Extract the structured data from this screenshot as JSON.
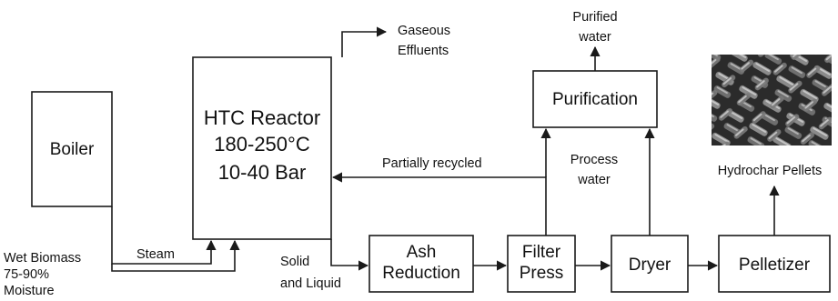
{
  "nodes": {
    "boiler": "Boiler",
    "reactor": {
      "line1": "HTC Reactor",
      "line2": "180-250°C",
      "line3": "10-40 Bar"
    },
    "purification": "Purification",
    "ash_reduction": {
      "line1": "Ash",
      "line2": "Reduction"
    },
    "filter_press": {
      "line1": "Filter",
      "line2": "Press"
    },
    "dryer": "Dryer",
    "pelletizer": "Pelletizer"
  },
  "labels": {
    "gaseous_effluents": {
      "line1": "Gaseous",
      "line2": "Effluents"
    },
    "purified_water": {
      "line1": "Purified",
      "line2": "water"
    },
    "partially_recycled": "Partially recycled",
    "process_water": {
      "line1": "Process",
      "line2": "water"
    },
    "hydrochar_pellets": "Hydrochar Pellets",
    "steam": "Steam",
    "wet_biomass": {
      "line1": "Wet Biomass",
      "line2": "75-90%",
      "line3": "Moisture"
    },
    "solid_liquid": {
      "line1": "Solid",
      "line2": "and Liquid"
    }
  },
  "colors": {
    "stroke": "#1a1a1a",
    "text": "#111111",
    "pellet_dark": "#2b2b2b",
    "pellet_light": "#9a9a9a"
  },
  "icons": {
    "hydrochar_pellets_image": "pellets-photo-icon"
  }
}
